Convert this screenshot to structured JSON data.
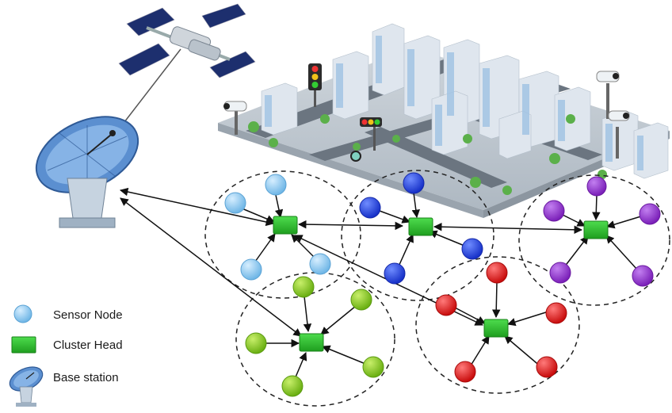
{
  "legend": {
    "sensor_node": "Sensor Node",
    "cluster_head": "Cluster Head",
    "base_station": "Base station"
  },
  "colors": {
    "cluster_head": "#2fbf2f",
    "cluster_a": "#7fc4ee",
    "cluster_b": "#1f3fe0",
    "cluster_c": "#8b2fc8",
    "cluster_d": "#7fc41f",
    "cluster_e": "#e01414",
    "arrow": "#111111"
  },
  "icons": [
    "satellite-icon",
    "base-station-dish-icon",
    "smart-city-illustration",
    "cctv-camera-icon",
    "traffic-light-icon"
  ]
}
